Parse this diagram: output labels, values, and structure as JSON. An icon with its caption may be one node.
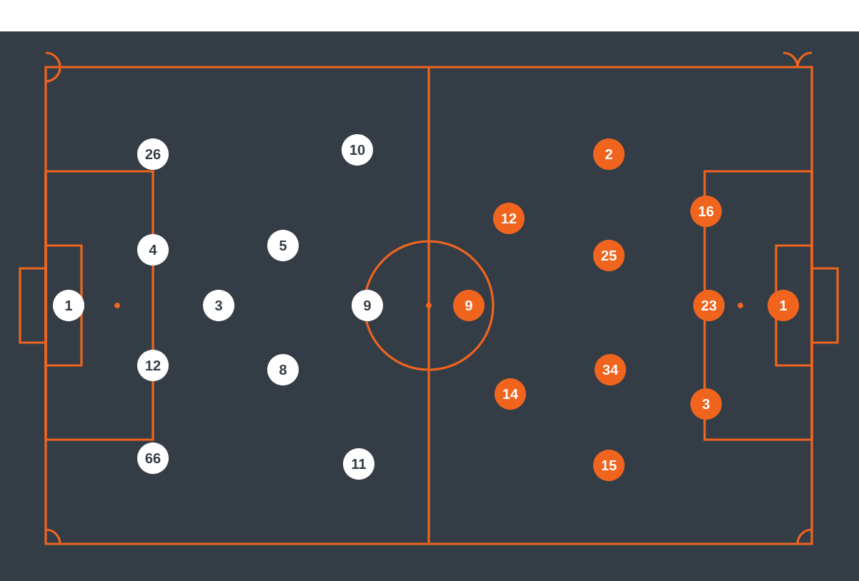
{
  "diagram": {
    "nodes": [
      {
        "text": [
          "26"
        ]
      },
      {
        "text": [
          "10"
        ]
      },
      {
        "text": [
          "4"
        ]
      },
      {
        "text": [
          "5"
        ]
      },
      {
        "text": [
          "1"
        ]
      },
      {
        "text": [
          "3"
        ]
      },
      {
        "text": [
          "9"
        ]
      },
      {
        "text": [
          "12"
        ]
      },
      {
        "text": [
          "8"
        ]
      },
      {
        "text": [
          "66"
        ]
      },
      {
        "text": [
          "11"
        ]
      },
      {
        "text": [
          "2"
        ]
      },
      {
        "text": [
          "16"
        ]
      },
      {
        "text": [
          "12"
        ]
      },
      {
        "text": [
          "25"
        ]
      },
      {
        "text": [
          "9"
        ]
      },
      {
        "text": [
          "23"
        ]
      },
      {
        "text": [
          "1"
        ]
      },
      {
        "text": [
          "34"
        ]
      },
      {
        "text": [
          "3"
        ]
      },
      {
        "text": [
          "14"
        ]
      },
      {
        "text": [
          "15"
        ]
      }
    ]
  }
}
